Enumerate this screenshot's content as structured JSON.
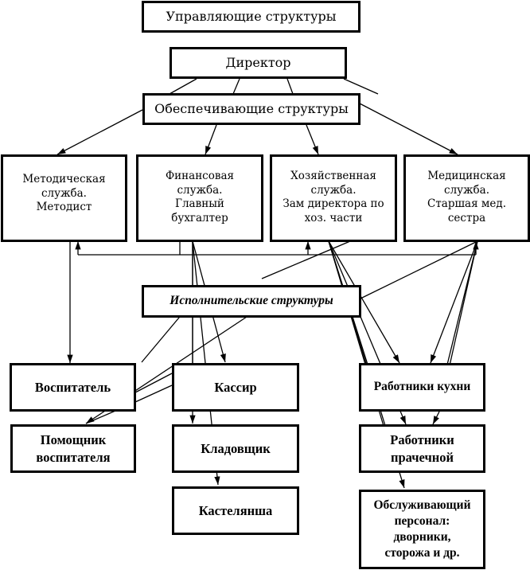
{
  "diagram": {
    "title": "Управляющие структуры",
    "director": "Директор",
    "support_header": "Обеспечивающие структуры",
    "services": {
      "methodical": "Методическая\nслужба.\nМетодист",
      "financial": "Финансовая\nслужба.\nГлавный\nбухгалтер",
      "household": "Хозяйственная\nслужба.\nЗам директора по\nхоз. части",
      "medical": "Медицинская\nслужба.\nСтаршая мед.\nсестра"
    },
    "executive_header": "Исполнительские структуры",
    "staff": {
      "educator": "Воспитатель",
      "assistant_educator": "Помощник\nвоспитателя",
      "cashier": "Кассир",
      "storekeeper": "Кладовщик",
      "linen_keeper": "Кастелянша",
      "kitchen_workers": "Работники кухни",
      "laundry_workers": "Работники\nпрачечной",
      "service_staff": "Обслуживающий\nперсонал:\nдворники,\nсторожа и др."
    }
  }
}
